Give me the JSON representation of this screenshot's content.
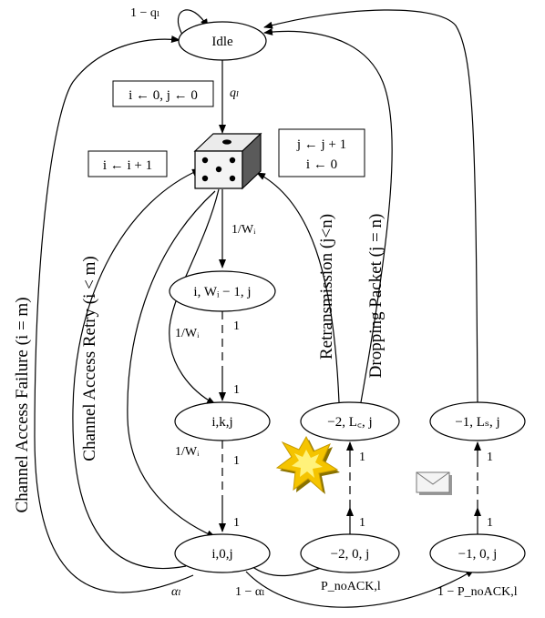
{
  "nodes": {
    "idle": "Idle",
    "w_minus_one": "i, Wᵢ − 1, j",
    "ikj": "i,k,j",
    "i0j": "i,0,j",
    "minus2_lc": "−2, L꜀, j",
    "minus2_0": "−2, 0, j",
    "minus1_ls": "−1, Lₛ, j",
    "minus1_0": "−1, 0, j"
  },
  "boxes": {
    "init": "i ← 0, j ← 0",
    "inc_i": "i ← i + 1",
    "inc_j_1": "j ← j + 1",
    "inc_j_2": "i ← 0"
  },
  "edge_labels": {
    "self_loop": "1 − qₗ",
    "to_dice": "qₗ",
    "backoff_prob": "1/Wᵢ",
    "one": "1",
    "alpha": "αₗ",
    "one_minus_alpha": "1 − αₗ",
    "p_noack": "P_noACK,l",
    "one_minus_p_noack": "1 − P_noACK,l"
  },
  "curve_labels": {
    "channel_access_failure": "Channel Access Failure (i = m)",
    "channel_access_retry": "Channel Access Retry (i < m)",
    "retransmission": "Retransmission (j<n)",
    "dropping_packet": "Dropping Packet (j = n)"
  },
  "icons": {
    "dice": "dice-icon",
    "collision": "collision-star-icon",
    "envelope": "envelope-icon"
  },
  "colors": {
    "star_outer": "#f5c400",
    "star_inner": "#fff27a",
    "dice_light": "#e8e8e8",
    "dice_dark": "#5a5a5a"
  }
}
